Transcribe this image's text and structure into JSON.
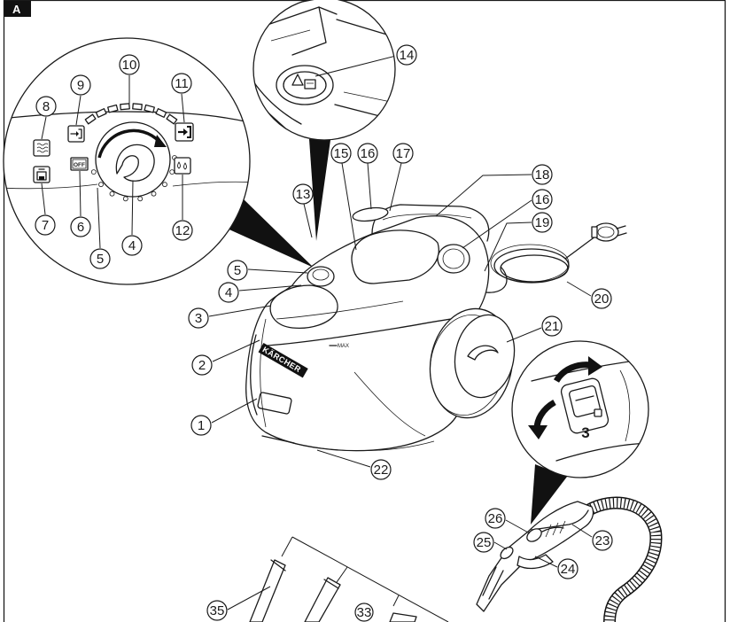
{
  "panel_label": "A",
  "device": {
    "brand": "KÄRCHER",
    "max_mark": "MAX"
  },
  "control_panel_inset": {
    "off_label": "OFF",
    "callouts": {
      "n8": "8",
      "n9": "9",
      "n10": "10",
      "n11": "11",
      "n7": "7",
      "n6": "6",
      "n5": "5",
      "n4": "4",
      "n12": "12"
    },
    "icons": {
      "heater": "steam-heater-icon",
      "steam_start": "steam-start-icon",
      "steam_max": "steam-max-icon",
      "boiler": "boiler-icon",
      "drops": "water-drops-icon"
    }
  },
  "filler_inset": {
    "callouts": {
      "n14": "14"
    }
  },
  "handle_inset": {
    "level_label": "3"
  },
  "main_callouts": {
    "n1": "1",
    "n2": "2",
    "n3": "3",
    "n4": "4",
    "n5": "5",
    "n13": "13",
    "n15": "15",
    "n16_top": "16",
    "n17": "17",
    "n18": "18",
    "n16_right": "16",
    "n19": "19",
    "n20": "20",
    "n21": "21",
    "n22": "22",
    "n23": "23",
    "n24": "24",
    "n25": "25",
    "n26": "26",
    "n35": "35",
    "n33": "33"
  }
}
